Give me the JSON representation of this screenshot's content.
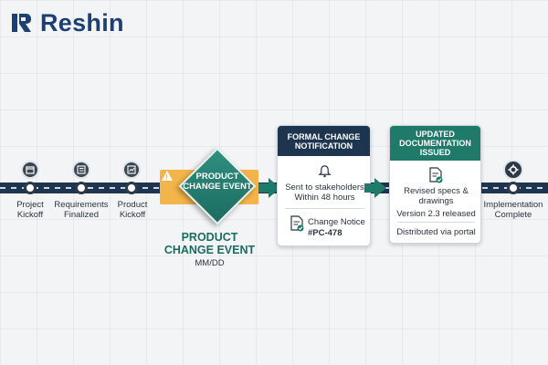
{
  "logo": {
    "text": "Reshin"
  },
  "milestones": [
    {
      "label": "Project Kickoff",
      "icon": "calendar-icon"
    },
    {
      "label": "Requirements Finalized",
      "icon": "checklist-icon"
    },
    {
      "label": "Product Kickoff",
      "icon": "chart-icon"
    }
  ],
  "change_event": {
    "diamond_text": "PRODUCT CHANGE EVENT",
    "title": "PRODUCT CHANGE EVENT",
    "date": "MM/DD",
    "warning_icon": "warning-icon"
  },
  "notification_card": {
    "header": "FORMAL CHANGE NOTIFICATION",
    "sent_text": "Sent to stakeholders Within 48 hours",
    "notice_label": "Change Notice",
    "notice_id": "#PC-478",
    "bell_icon": "bell-icon",
    "doc_icon": "document-check-icon"
  },
  "documentation_card": {
    "header": "UPDATED DOCUMENTATION ISSUED",
    "revised_text": "Revised specs & drawings",
    "version_text": "Version 2.3 released",
    "distributed_text": "Distributed via portal",
    "doc_icon": "document-check-icon"
  },
  "final_milestone": {
    "label": "Implementation Complete",
    "icon": "gear-icon"
  },
  "colors": {
    "navy": "#1e3550",
    "teal": "#1f7a6a",
    "orange": "#f3b44a",
    "brand": "#1d3f73"
  }
}
